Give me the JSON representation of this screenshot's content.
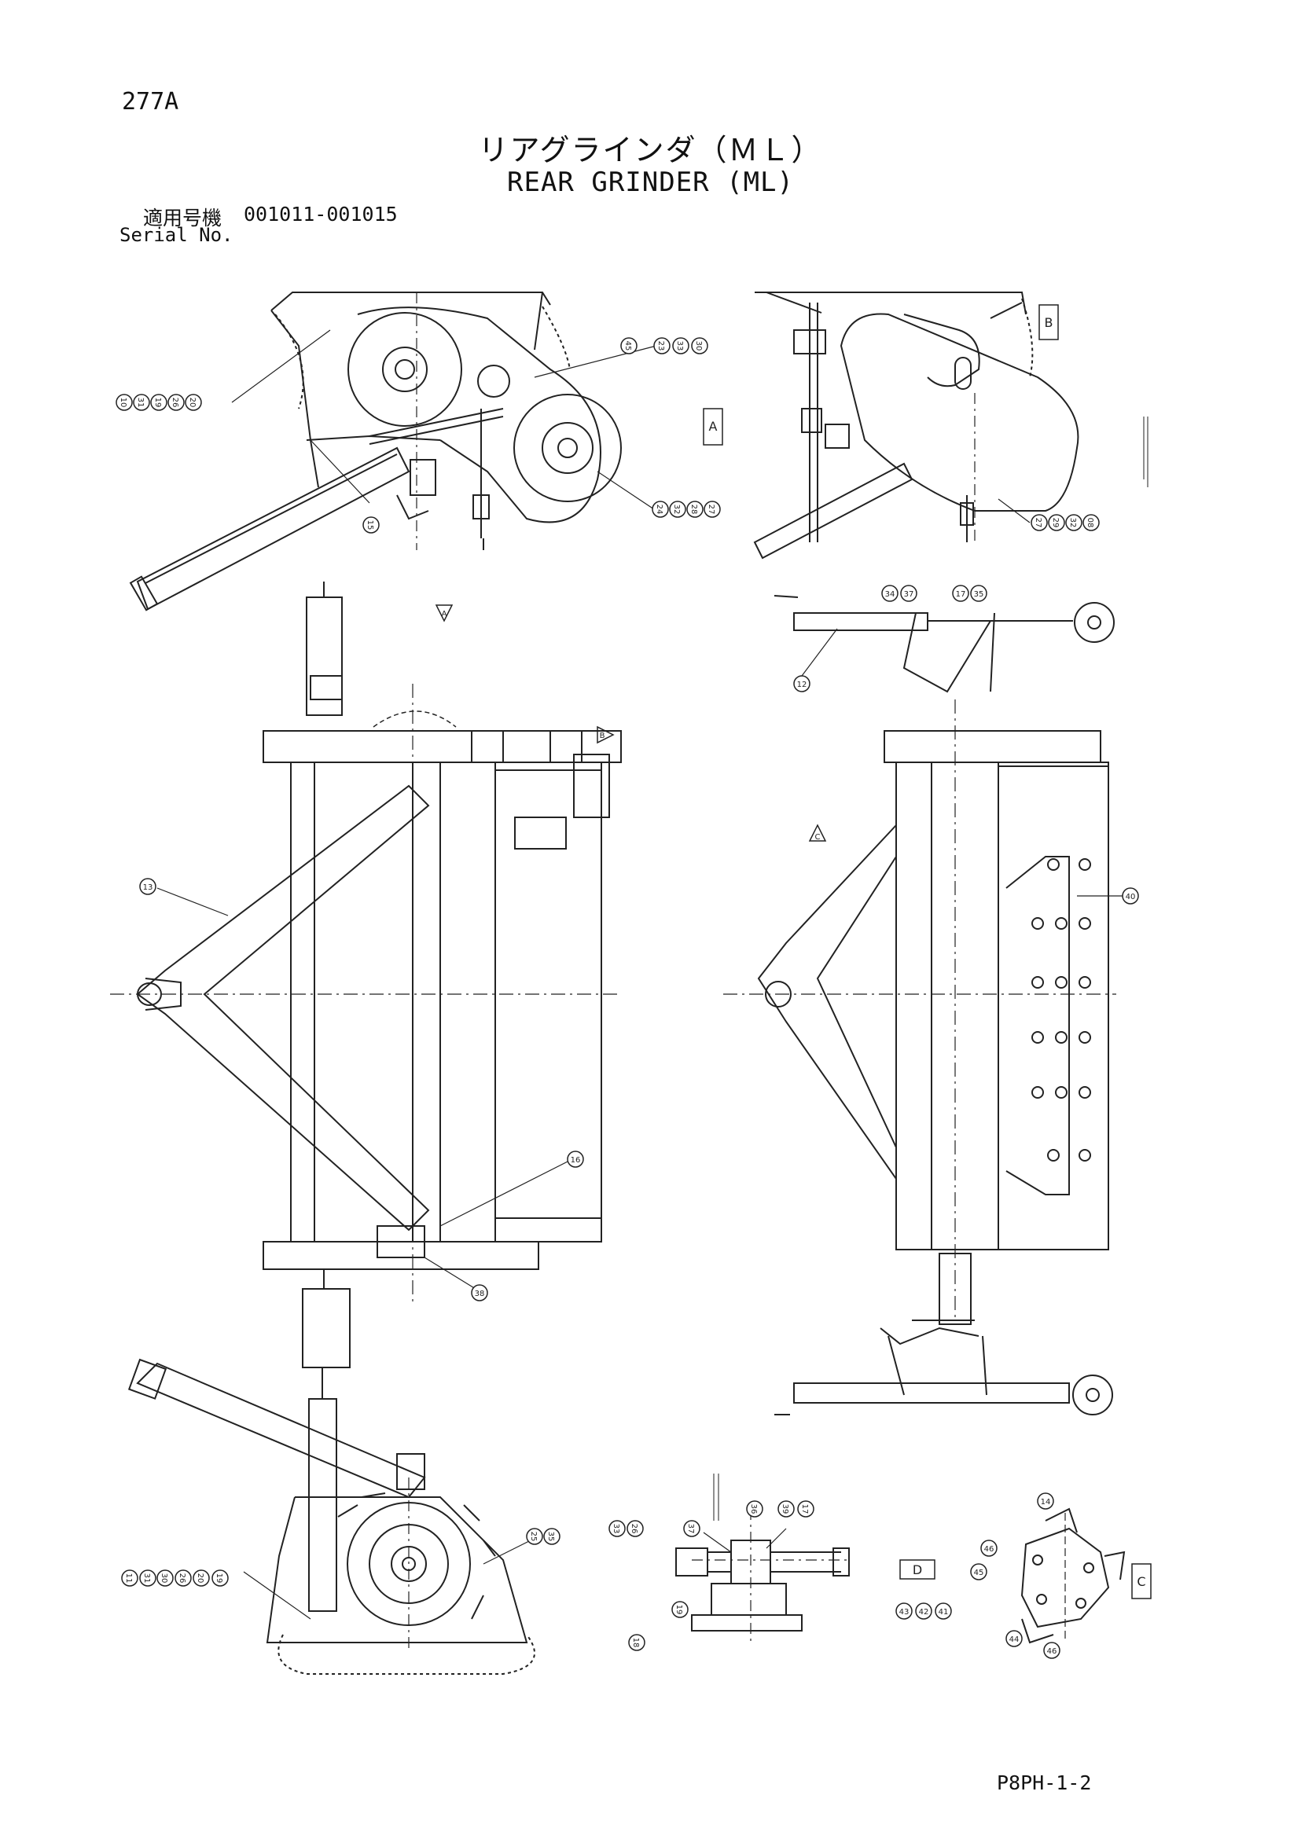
{
  "page": {
    "number": "277A",
    "code": "P8PH-1-2"
  },
  "title": {
    "japanese": "リアグラインダ（ＭＬ）",
    "english": "REAR GRINDER (ML)"
  },
  "serial": {
    "label_jp": "適用号機",
    "label_en": "Serial No.",
    "value": "001011-001015"
  },
  "views": {
    "A": "A",
    "B": "B",
    "C": "C",
    "D": "D"
  },
  "callouts": {
    "top_left": [
      "10",
      "31",
      "19",
      "26",
      "20",
      "15",
      "24",
      "32",
      "28",
      "27",
      "45",
      "23",
      "33",
      "30"
    ],
    "top_right": [
      "27",
      "29",
      "32",
      "08"
    ],
    "middle_left": [
      "13",
      "16",
      "38"
    ],
    "middle_right": [
      "12",
      "34",
      "37",
      "17",
      "35",
      "40"
    ],
    "bottom_left": [
      "11",
      "31",
      "30",
      "26",
      "20",
      "19",
      "25",
      "35"
    ],
    "bottom_middle": [
      "33",
      "26",
      "37",
      "36",
      "39",
      "17",
      "19",
      "18"
    ],
    "bottom_right": [
      "14",
      "46",
      "45",
      "43",
      "42",
      "41",
      "44",
      "46"
    ]
  }
}
